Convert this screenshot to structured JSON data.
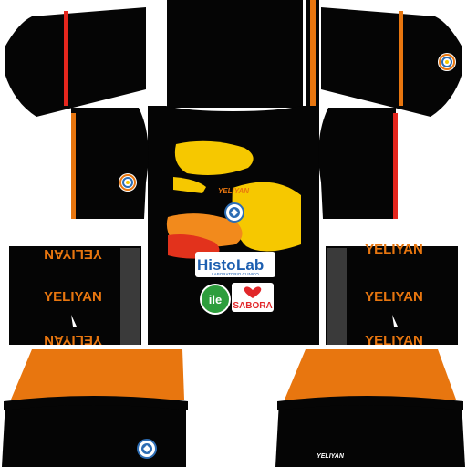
{
  "colors": {
    "base": "#050505",
    "accent_orange": "#e8760f",
    "accent_red": "#e5261d",
    "flame_yellow": "#f6c800",
    "flame_orange": "#f28a1c",
    "flame_red": "#e2321c",
    "histolab_blue": "#1d5fb0",
    "ile_green": "#2e9e3d",
    "sabora_red": "#e1272a",
    "badge_blue": "#2d6db4",
    "mesh_gray": "#3a3a3a"
  },
  "brand": {
    "manufacturer": "YELIYAN",
    "front_brand": "YELIYAN",
    "shorts_brand": "YELIYAN"
  },
  "sponsors": {
    "histolab_left": "Histo",
    "histolab_right": "Lab",
    "histolab_subtitle": "LABORATORIO CLINICO",
    "ile_text": "ile",
    "sabora_text": "SABORA"
  },
  "icons": [
    "club-crest-icon",
    "roundel-patch-icon",
    "histolab-logo-icon",
    "ile-logo-icon",
    "sabora-logo-icon"
  ]
}
